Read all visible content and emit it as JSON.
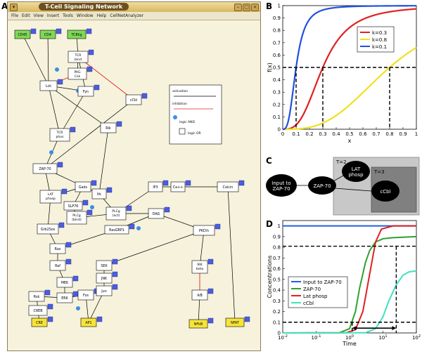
{
  "panel_labels": {
    "a": "A",
    "b": "B",
    "c": "C",
    "d": "D"
  },
  "window": {
    "title": "T-Cell Signaling Network",
    "menu": [
      "File",
      "Edit",
      "View",
      "Insert",
      "Tools",
      "Window",
      "Help",
      "CellNetAnalyzer"
    ],
    "nodes": [
      {
        "label": "CD45",
        "fill": "#7ed957"
      },
      {
        "label": "CD4",
        "fill": "#7ed957"
      },
      {
        "label": "TCRlig",
        "fill": "#7ed957"
      },
      {
        "label": "TCR bind",
        "fill": "#fff"
      },
      {
        "label": "PAG Csk",
        "fill": "#fff"
      },
      {
        "label": "Lck",
        "fill": "#fff"
      },
      {
        "label": "Fyn",
        "fill": "#fff"
      },
      {
        "label": "cCbl",
        "fill": "#fff"
      },
      {
        "label": "Rlk",
        "fill": "#fff"
      },
      {
        "label": "TCR phos",
        "fill": "#fff"
      },
      {
        "label": "ZAP-70",
        "fill": "#fff"
      },
      {
        "label": "LAT phosp",
        "fill": "#fff"
      },
      {
        "label": "Gads",
        "fill": "#fff"
      },
      {
        "label": "SLP76",
        "fill": "#fff"
      },
      {
        "label": "Itk",
        "fill": "#fff"
      },
      {
        "label": "PLCg (bind)",
        "fill": "#fff"
      },
      {
        "label": "PLCg (act)",
        "fill": "#fff"
      },
      {
        "label": "IP3",
        "fill": "#fff"
      },
      {
        "label": "Ca++",
        "fill": "#fff"
      },
      {
        "label": "Calcin",
        "fill": "#fff"
      },
      {
        "label": "DAG",
        "fill": "#fff"
      },
      {
        "label": "RasGRP1",
        "fill": "#fff"
      },
      {
        "label": "Grb2Sos",
        "fill": "#fff"
      },
      {
        "label": "PKCth",
        "fill": "#fff"
      },
      {
        "label": "Ras",
        "fill": "#fff"
      },
      {
        "label": "Raf",
        "fill": "#fff"
      },
      {
        "label": "MEK",
        "fill": "#fff"
      },
      {
        "label": "ERK",
        "fill": "#fff"
      },
      {
        "label": "Rsk",
        "fill": "#fff"
      },
      {
        "label": "CREB",
        "fill": "#fff"
      },
      {
        "label": "Fos",
        "fill": "#fff"
      },
      {
        "label": "SEK",
        "fill": "#fff"
      },
      {
        "label": "JNK",
        "fill": "#fff"
      },
      {
        "label": "Jun",
        "fill": "#fff"
      },
      {
        "label": "IKK beta",
        "fill": "#fff"
      },
      {
        "label": "IkB",
        "fill": "#fff"
      },
      {
        "label": "CRE",
        "fill": "#f7e43a"
      },
      {
        "label": "AP1",
        "fill": "#f7e43a"
      },
      {
        "label": "NFkB",
        "fill": "#f7e43a"
      },
      {
        "label": "NFAT",
        "fill": "#f7e43a"
      }
    ],
    "legend": {
      "activation": "activation",
      "inhibition": "inhibition",
      "and": "logic AND",
      "or": "logic OR"
    },
    "colors": {
      "activation": "#000000",
      "inhibition": "#e02020",
      "and_dot": "#3a8ee6",
      "badge": "#4a5ee0"
    }
  },
  "chart_data": [
    {
      "panel": "B",
      "type": "line",
      "title": "",
      "xlabel": "x",
      "ylabel": "f(x)",
      "xlim": [
        0,
        1
      ],
      "ylim": [
        0,
        1
      ],
      "xticks": [
        "0",
        "0.1",
        "0.2",
        "0.3",
        "0.4",
        "0.5",
        "0.6",
        "0.7",
        "0.8",
        "0.9",
        "1"
      ],
      "yticks": [
        "0",
        "0.1",
        "0.2",
        "0.3",
        "0.4",
        "0.5",
        "0.6",
        "0.7",
        "0.8",
        "0.9",
        "1"
      ],
      "legend_position": "right",
      "grid": false,
      "series": [
        {
          "name": "k=0.3",
          "color": "#e02020",
          "k": 0.3,
          "n": 3
        },
        {
          "name": "k=0.8",
          "color": "#f0e020",
          "k": 0.8,
          "n": 3
        },
        {
          "name": "k=0.1",
          "color": "#2050e0",
          "k": 0.1,
          "n": 3
        }
      ],
      "guides": {
        "y": 0.5,
        "x": [
          0.1,
          0.3,
          0.8
        ]
      }
    },
    {
      "panel": "D",
      "type": "line",
      "title": "",
      "xlabel": "Time",
      "ylabel": "Concentrations",
      "xscale": "log",
      "xlim": [
        0.01,
        100
      ],
      "ylim": [
        0,
        1.05
      ],
      "xticks": [
        "10-2",
        "10-1",
        "100",
        "101",
        "102"
      ],
      "yticks": [
        "0",
        "0.1",
        "0.2",
        "0.3",
        "0.4",
        "0.5",
        "0.6",
        "0.7",
        "0.8",
        "0.9",
        "1"
      ],
      "legend_position": "left",
      "grid": false,
      "series": [
        {
          "name": "Input to ZAP-70",
          "color": "#2060e0",
          "points": [
            [
              0.01,
              1
            ],
            [
              100,
              1
            ]
          ]
        },
        {
          "name": "ZAP-70",
          "color": "#30a030",
          "points": [
            [
              0.01,
              0
            ],
            [
              0.5,
              0.002
            ],
            [
              1,
              0.04
            ],
            [
              1.5,
              0.2
            ],
            [
              2,
              0.42
            ],
            [
              3,
              0.66
            ],
            [
              4,
              0.77
            ],
            [
              6,
              0.85
            ],
            [
              10,
              0.88
            ],
            [
              20,
              0.89
            ],
            [
              100,
              0.9
            ]
          ]
        },
        {
          "name": "Lat phosp",
          "color": "#e02020",
          "points": [
            [
              0.01,
              0
            ],
            [
              0.8,
              0.002
            ],
            [
              1.5,
              0.03
            ],
            [
              2.5,
              0.2
            ],
            [
              4,
              0.55
            ],
            [
              6,
              0.85
            ],
            [
              9,
              0.97
            ],
            [
              20,
              1
            ],
            [
              100,
              1
            ]
          ]
        },
        {
          "name": "cCbl",
          "color": "#40e0c0",
          "points": [
            [
              0.01,
              0
            ],
            [
              3,
              0.002
            ],
            [
              6,
              0.04
            ],
            [
              10,
              0.15
            ],
            [
              15,
              0.3
            ],
            [
              25,
              0.45
            ],
            [
              40,
              0.54
            ],
            [
              60,
              0.57
            ],
            [
              100,
              0.58
            ]
          ]
        }
      ],
      "guides": {
        "y": [
          0.1,
          0.81
        ],
        "x": [
          1.2,
          25
        ],
        "arrow_y": 0.045
      }
    }
  ],
  "diagram_c": {
    "label_t2": "T=2",
    "label_t3": "T=3",
    "nodes": [
      "Input to ZAP-70",
      "ZAP-70",
      "LAT phosp",
      "cCbl"
    ]
  }
}
